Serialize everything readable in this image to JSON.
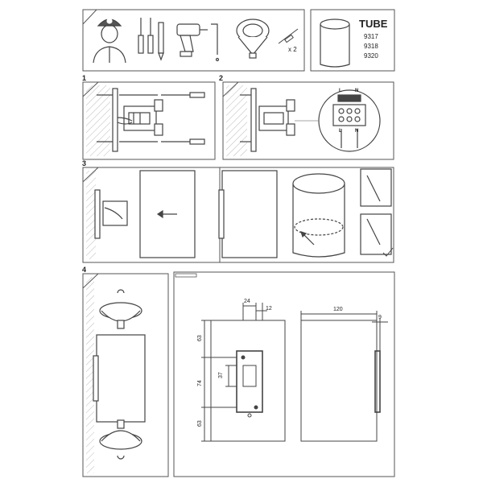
{
  "product": {
    "name": "TUBE",
    "codes": [
      "9317",
      "9318",
      "9320"
    ]
  },
  "tools": {
    "screw_count": "x 2"
  },
  "steps": [
    "1",
    "2",
    "3",
    "4"
  ],
  "terminals": {
    "top": [
      "L",
      "N"
    ],
    "bottom": [
      "L",
      "N"
    ]
  },
  "dimensions": {
    "d24": "24",
    "d12": "12",
    "d120": "120",
    "d9": "9",
    "d63_top": "63",
    "d37": "37",
    "d74": "74",
    "d63_bottom": "63"
  }
}
